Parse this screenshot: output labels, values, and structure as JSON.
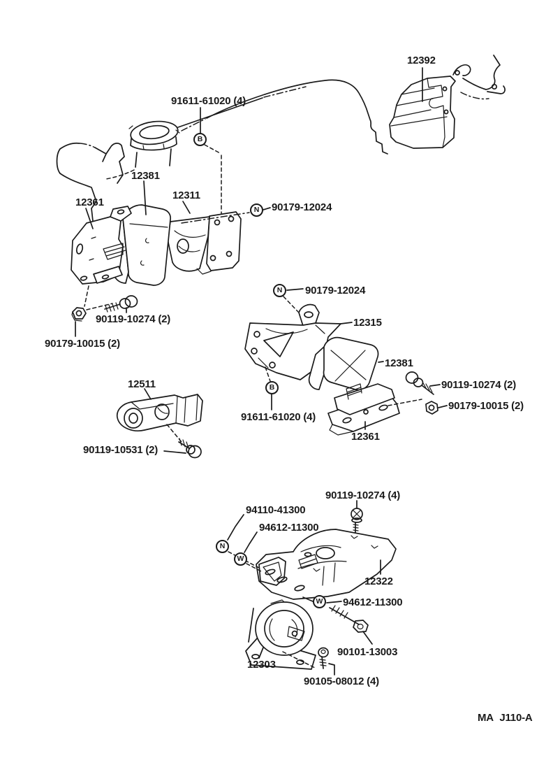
{
  "diagram": {
    "footer_code": "MA J110-A",
    "ink_color": "#1a1a1a",
    "background_color": "#ffffff",
    "callouts": [
      {
        "text": "12392"
      },
      {
        "text": "91611-61020 (4)"
      },
      {
        "text": "12381"
      },
      {
        "text": "12311"
      },
      {
        "text": "12361"
      },
      {
        "text": "90179-12024"
      },
      {
        "text": "90119-10274 (2)"
      },
      {
        "text": "90179-10015 (2)"
      },
      {
        "text": "90179-12024"
      },
      {
        "text": "12315"
      },
      {
        "text": "12381"
      },
      {
        "text": "90119-10274 (2)"
      },
      {
        "text": "90179-10015 (2)"
      },
      {
        "text": "91611-61020 (4)"
      },
      {
        "text": "12361"
      },
      {
        "text": "12511"
      },
      {
        "text": "90119-10531 (2)"
      },
      {
        "text": "90119-10274 (4)"
      },
      {
        "text": "94110-41300"
      },
      {
        "text": "94612-11300"
      },
      {
        "text": "12322"
      },
      {
        "text": "94612-11300"
      },
      {
        "text": "90101-13003"
      },
      {
        "text": "12303"
      },
      {
        "text": "90105-08012 (4)"
      }
    ],
    "markers": [
      {
        "letter": "B"
      },
      {
        "letter": "N"
      },
      {
        "letter": "N"
      },
      {
        "letter": "B"
      },
      {
        "letter": "N"
      },
      {
        "letter": "W"
      },
      {
        "letter": "W"
      }
    ]
  }
}
